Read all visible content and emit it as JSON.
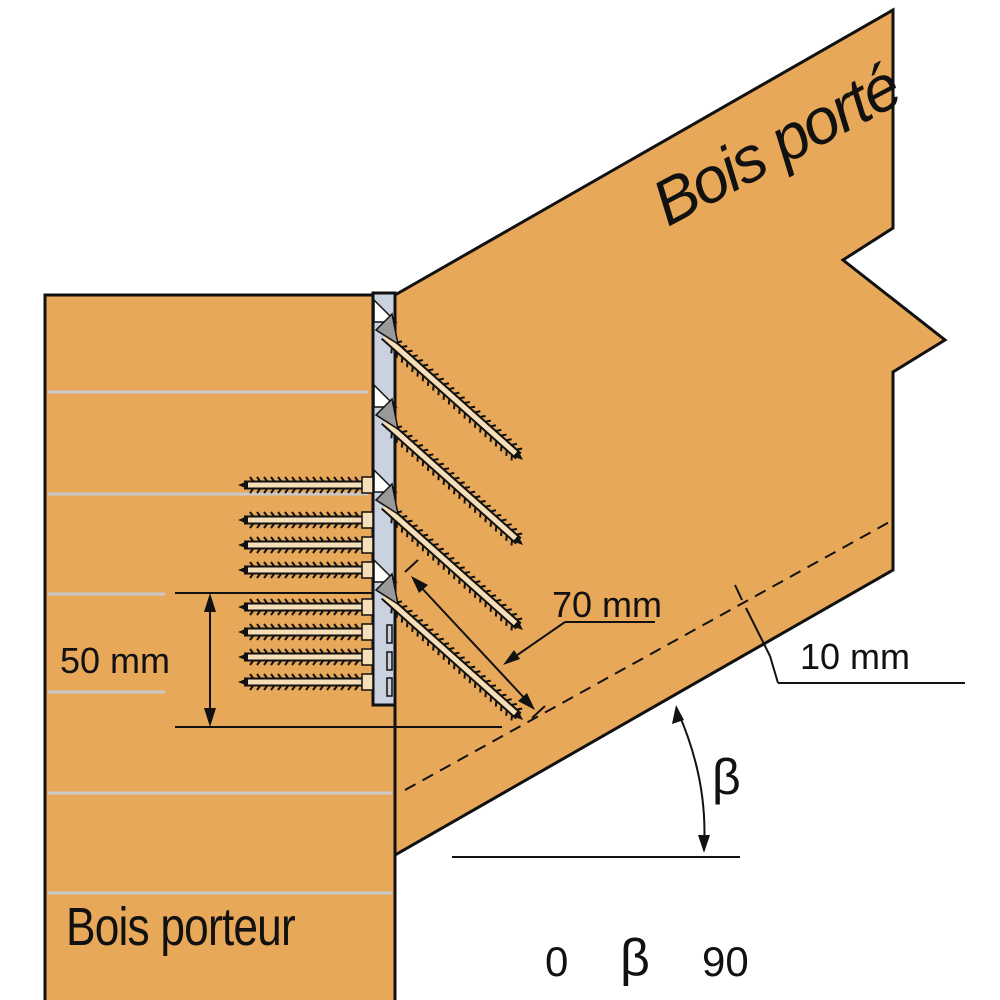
{
  "labels": {
    "carried_timber": "Bois porté",
    "supporting_timber": "Bois porteur",
    "dim_50": "50 mm",
    "dim_70": "70 mm",
    "dim_10": "10 mm",
    "angle_symbol": "β",
    "range_min": "0",
    "range_symbol": "β",
    "range_max": "90"
  },
  "colors": {
    "wood": "#E8A85A",
    "plate": "#C9D2DE",
    "screw": "#F5DEB8",
    "grain": "#C9C9C9"
  }
}
